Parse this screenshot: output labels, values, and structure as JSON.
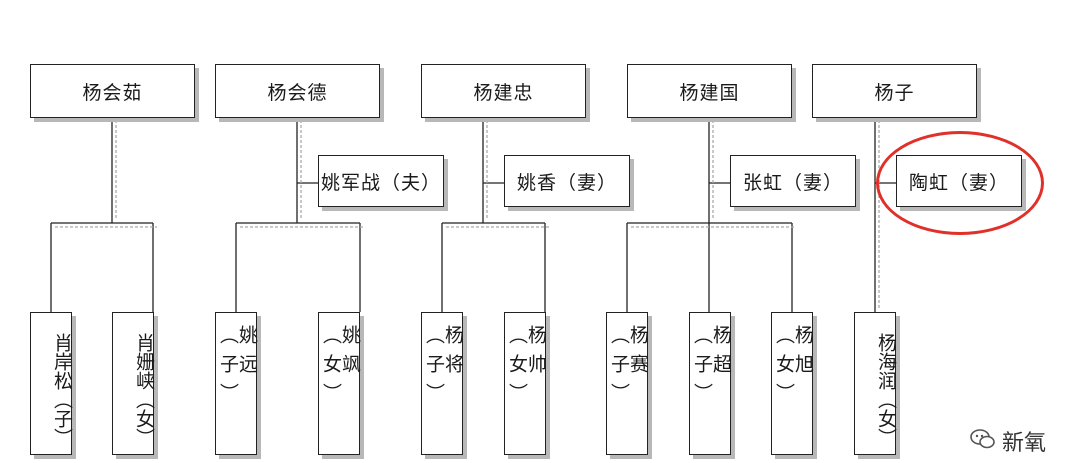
{
  "parents": [
    "杨会茹",
    "杨会德",
    "杨建忠",
    "杨建国",
    "杨子"
  ],
  "spouses": [
    "姚军战（夫）",
    "姚香（妻）",
    "张虹（妻）",
    "陶虹（妻）"
  ],
  "children": [
    "肖岸松（子）",
    "肖姗峡（女）",
    "姚远（子）",
    "姚飒（女）",
    "杨将（子）",
    "杨帅（女）",
    "杨赛（子）",
    "杨超（子）",
    "杨旭（女）",
    "杨海润（女）"
  ],
  "highlight_color": "#e0302a",
  "watermark": {
    "icon": "wechat-icon",
    "text": "新氧"
  }
}
